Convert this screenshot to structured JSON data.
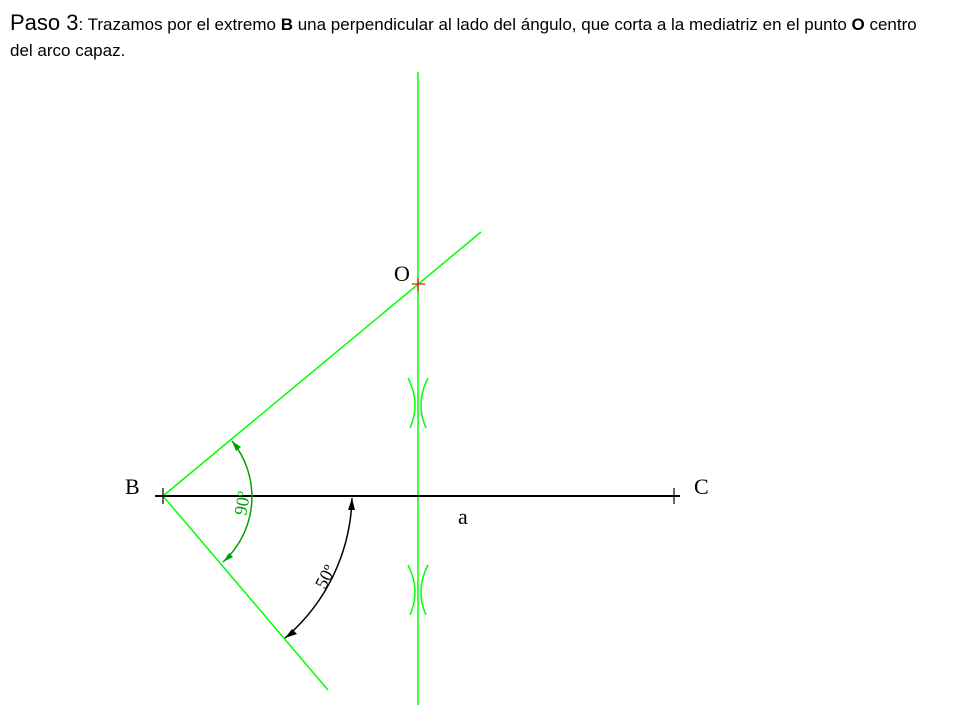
{
  "caption": {
    "step_label": "Paso 3",
    "colon": ": ",
    "text_1": "Trazamos por el extremo ",
    "point_b": "B",
    "text_2": " una perpendicular al lado del ángulo, que corta a la mediatriz en el punto ",
    "point_o": "O",
    "text_3": " centro del arco capaz."
  },
  "diagram": {
    "labels": {
      "b": "B",
      "c": "C",
      "o": "O",
      "segment": "a",
      "angle_given": "50º",
      "angle_right": "90º"
    },
    "colors": {
      "construction": "#00ff00",
      "angle_arc_green": "#00a000",
      "segment": "#000000",
      "center_mark": "#ff0000"
    }
  }
}
